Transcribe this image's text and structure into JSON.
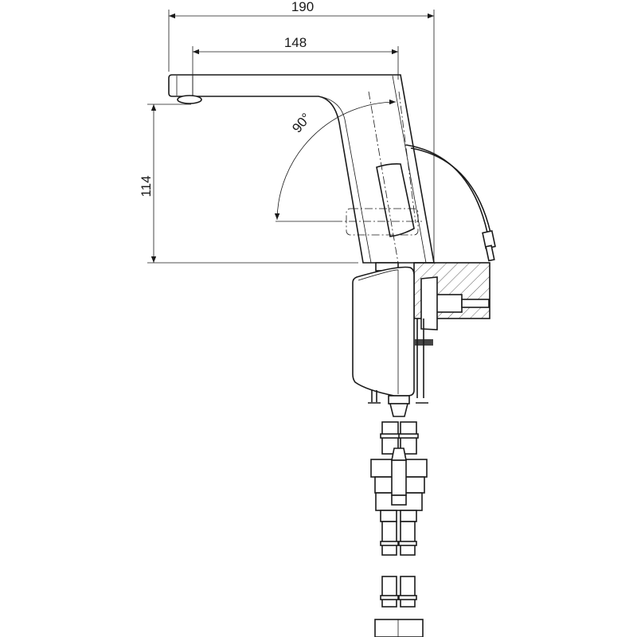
{
  "drawing": {
    "dimensions": {
      "overall_width": "190",
      "spout_reach": "148",
      "spout_height": "114",
      "spout_angle": "90°"
    },
    "color": "#1a1a1a"
  }
}
